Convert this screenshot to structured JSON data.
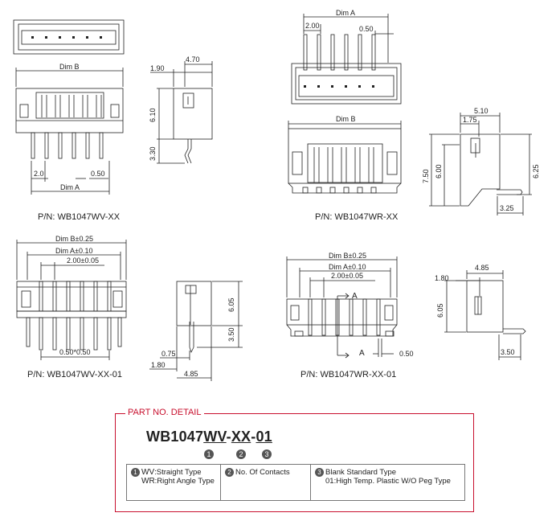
{
  "panels": [
    {
      "part_number": "P/N: WB1047WV-XX"
    },
    {
      "part_number": "P/N: WB1047WR-XX"
    },
    {
      "part_number": "P/N: WB1047WV-XX-01"
    },
    {
      "part_number": "P/N: WB1047WR-XX-01"
    }
  ],
  "dims": {
    "tl": {
      "dim_b": "Dim B",
      "dim_a": "Dim A",
      "pitch": "2.0",
      "pin_w": "0.50"
    },
    "tm": {
      "a": "1.90",
      "b": "4.70",
      "c": "6.10",
      "d": "3.30"
    },
    "tr": {
      "dim_a": "Dim A",
      "pitch": "2.00",
      "pin_w": "0.50",
      "dim_b": "Dim B"
    },
    "fr": {
      "a": "5.10",
      "b": "1.75",
      "c": "7.50",
      "d": "6.00",
      "e": "6.25",
      "f": "3.25"
    },
    "bl": {
      "dim_b": "Dim B±0.25",
      "dim_a": "Dim A±0.10",
      "pitch": "2.00±0.05",
      "bottom": "0.50*0.50"
    },
    "bm": {
      "a": "6.05",
      "b": "3.50",
      "c": "0.75",
      "d": "1.80",
      "e": "4.85"
    },
    "br": {
      "dim_b": "Dim B±0.25",
      "dim_a": "Dim A±0.10",
      "pitch": "2.00±0.05",
      "sect_a": "A",
      "sect_a2": "A",
      "pin_w": "0.50"
    },
    "fbr": {
      "a": "4.85",
      "b": "1.80",
      "c": "6.05",
      "d": "3.50"
    }
  },
  "detail": {
    "title": "PART NO. DETAIL",
    "code_base": "WB1047",
    "code_type": "WV",
    "code_sep1": "-",
    "code_contacts": "XX",
    "code_sep2": "-",
    "code_suffix": "01",
    "callouts": [
      "1",
      "2",
      "3"
    ],
    "legend": {
      "type_codes": [
        "WV",
        "WR"
      ],
      "type_descs": [
        ":Straight Type",
        ":Right Angle Type"
      ],
      "contacts": "No. Of Contacts",
      "option_1": "Blank Standard Type",
      "option_2": "01:High Temp. Plastic W/O Peg Type"
    }
  }
}
